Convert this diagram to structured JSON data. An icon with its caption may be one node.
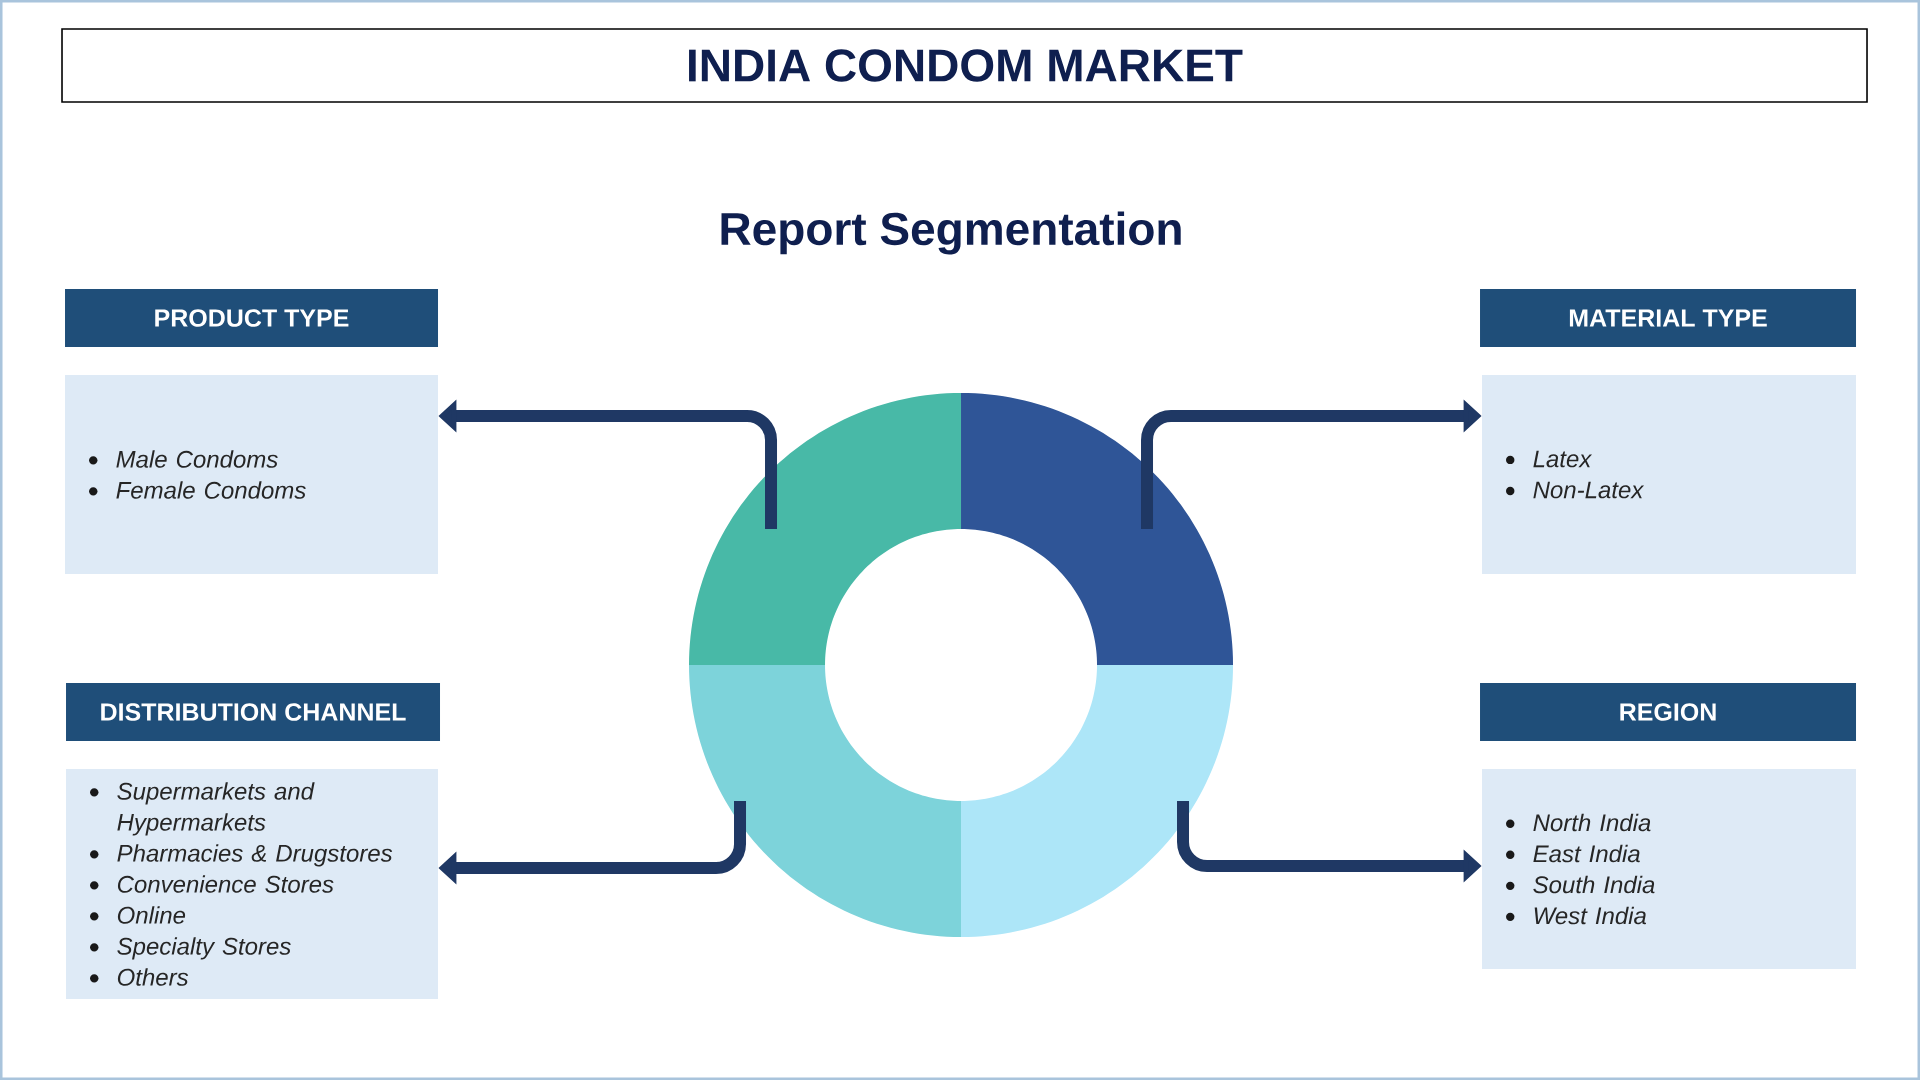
{
  "diagram": {
    "title": "INDIA CONDOM MARKET",
    "nodes": [
      {
        "text": [
          "PRODUCT TYPE"
        ]
      },
      {
        "text": [
          "Male Condoms",
          "Female Condoms"
        ]
      },
      {
        "text": [
          "MATERIAL TYPE"
        ]
      },
      {
        "text": [
          "Latex",
          "Non-Latex"
        ]
      },
      {
        "text": [
          "DISTRIBUTION CHANNEL"
        ]
      },
      {
        "text": [
          "Supermarkets and Hypermarkets",
          "Pharmacies & Drugstores",
          "Convenience Stores",
          "Online",
          "Specialty Stores",
          "Others"
        ]
      },
      {
        "text": [
          "REGION"
        ]
      },
      {
        "text": [
          "North India",
          "East India",
          "South India",
          "West India"
        ]
      },
      {
        "text": [],
        "shape": "sector"
      },
      {
        "text": [],
        "shape": "sector"
      },
      {
        "text": [],
        "shape": "sector"
      },
      {
        "text": [],
        "shape": "sector"
      }
    ],
    "edges": [
      {
        "from": 8,
        "to": 1,
        "arrow": "to"
      },
      {
        "from": 9,
        "to": 3,
        "arrow": "to"
      },
      {
        "from": 10,
        "to": 5,
        "arrow": "to"
      },
      {
        "from": 11,
        "to": 7,
        "arrow": "to"
      }
    ],
    "labels": [
      "Report Segmentation"
    ]
  }
}
